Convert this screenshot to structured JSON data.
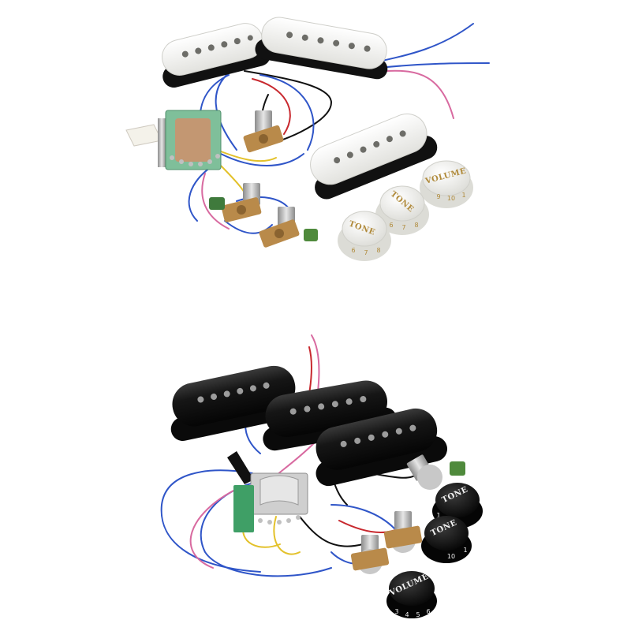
{
  "white_set": {
    "knobs": [
      {
        "label": "VOLUME",
        "numbers": [
          "9",
          "10",
          "1"
        ]
      },
      {
        "label": "TONE",
        "numbers": [
          "6",
          "7",
          "8"
        ]
      },
      {
        "label": "TONE",
        "numbers": [
          "6",
          "7",
          "8"
        ]
      }
    ]
  },
  "black_set": {
    "knobs": [
      {
        "label": "TONE",
        "numbers": [
          "1"
        ]
      },
      {
        "label": "TONE",
        "numbers": [
          "10",
          "1"
        ]
      },
      {
        "label": "VOLUME",
        "numbers": [
          "3",
          "4",
          "5",
          "6"
        ]
      }
    ]
  },
  "colors": {
    "background": "#ffffff",
    "white_part": "#f4f4f1",
    "black_part": "#141414",
    "wire_blue": "#2f55c8",
    "wire_pink": "#d86aa0",
    "wire_yellow": "#e3c12a",
    "wire_red": "#c8282e",
    "wire_black": "#111111",
    "board_green": "#7fbf9a",
    "pot_body": "#b98a4a",
    "metal": "#bdbdbd",
    "gold_print": "#b08a3a"
  }
}
